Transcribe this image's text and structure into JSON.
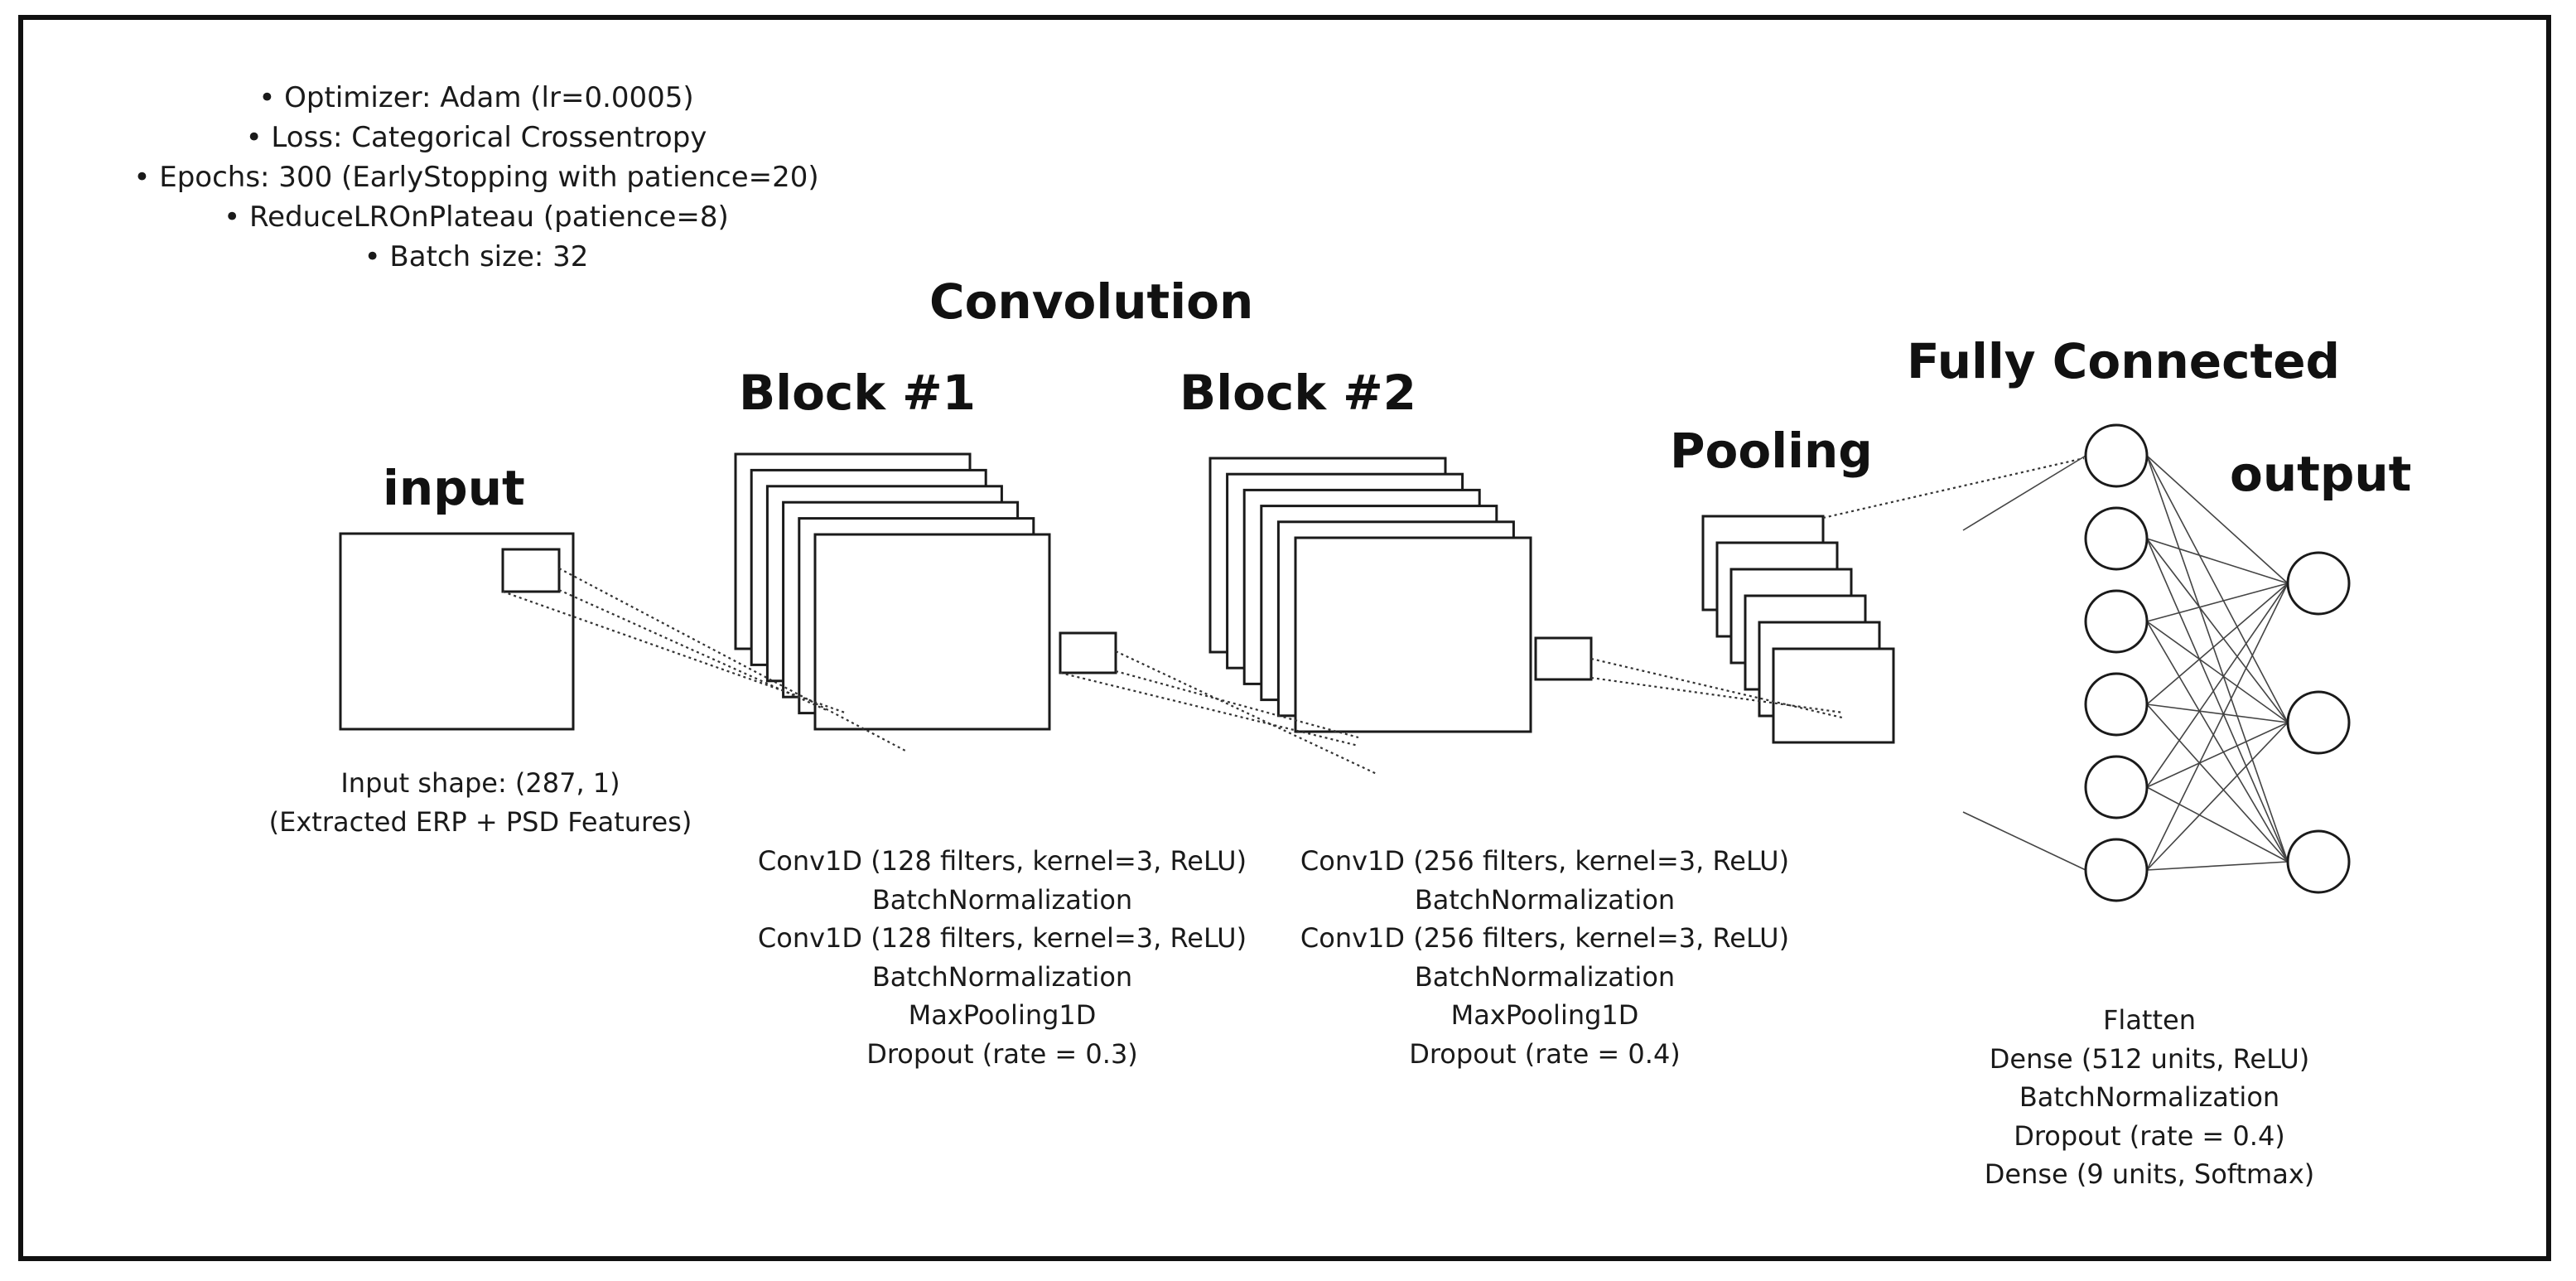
{
  "training": [
    "• Optimizer: Adam (lr=0.0005)",
    "• Loss: Categorical Crossentropy",
    "• Epochs: 300 (EarlyStopping with patience=20)",
    "• ReduceLROnPlateau (patience=8)",
    "• Batch size: 32"
  ],
  "headings": {
    "convolution": "Convolution",
    "block1": "Block #1",
    "block2": "Block #2",
    "input": "input",
    "pooling": "Pooling",
    "fully_connected": "Fully Connected",
    "output": "output"
  },
  "input_desc": [
    "Input shape: (287, 1)",
    "(Extracted ERP + PSD Features)"
  ],
  "block1_desc": [
    "Conv1D (128 filters, kernel=3, ReLU)",
    "BatchNormalization",
    "Conv1D (128 filters, kernel=3, ReLU)",
    "BatchNormalization",
    "MaxPooling1D",
    "Dropout (rate = 0.3)"
  ],
  "block2_desc": [
    "Conv1D (256 filters, kernel=3, ReLU)",
    "BatchNormalization",
    "Conv1D (256 filters, kernel=3, ReLU)",
    "BatchNormalization",
    "MaxPooling1D",
    "Dropout (rate = 0.4)"
  ],
  "fc_desc": [
    "Flatten",
    "Dense (512 units, ReLU)",
    "BatchNormalization",
    "Dropout (rate = 0.4)",
    "Dense (9 units, Softmax)"
  ],
  "network": {
    "hidden_neurons": 6,
    "output_neurons": 3,
    "block1_feature_maps": 6,
    "block2_feature_maps": 6,
    "pooling_maps": 6
  }
}
